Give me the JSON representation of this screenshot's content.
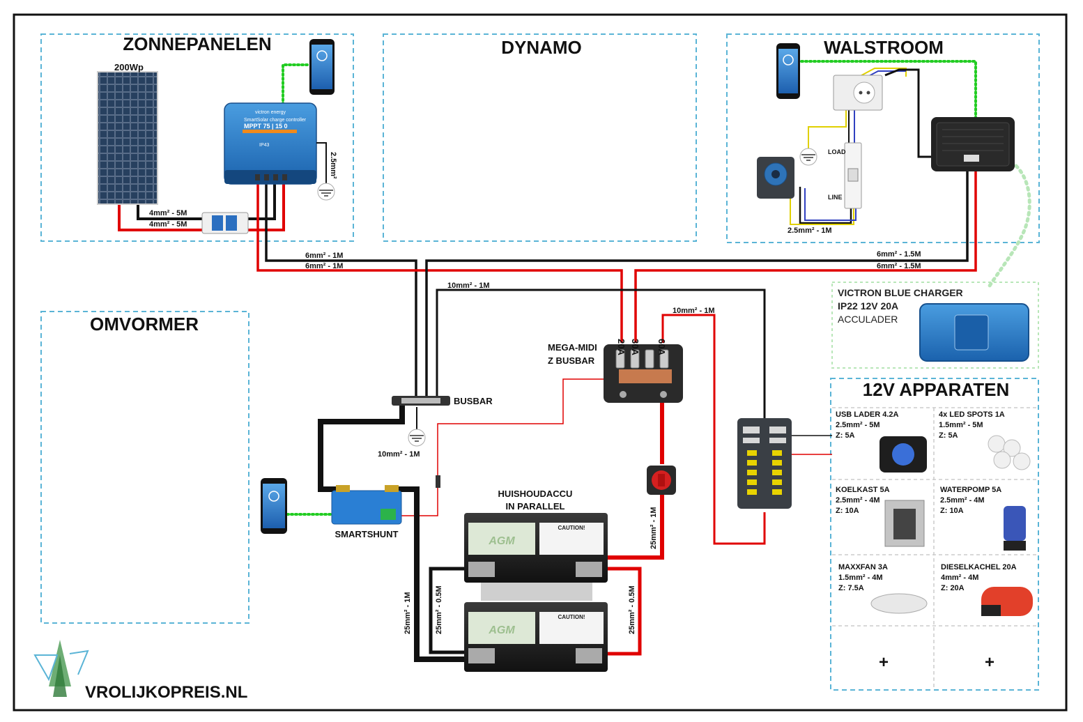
{
  "sections": {
    "zonnepanelen": "ZONNEPANELEN",
    "dynamo": "DYNAMO",
    "walstroom": "WALSTROOM",
    "omvormer": "OMVORMER",
    "apparaten": "12V APPARATEN"
  },
  "solar": {
    "panel_label": "200Wp",
    "controller_brand": "victron energy",
    "controller_line1": "SmartSolar charge controller",
    "controller_model": "MPPT 75 | 15 0",
    "controller_ip": "IP43",
    "ground_cable": "2.5mm²",
    "cable_black": "4mm² - 5M",
    "cable_red": "4mm² - 5M"
  },
  "shore": {
    "load": "LOAD",
    "line": "LINE",
    "cable": "2.5mm² - 1M"
  },
  "charger": {
    "line1": "VICTRON BLUE CHARGER",
    "line2": "IP22 12V 20A",
    "line3": "ACCULADER",
    "cable_black": "6mm² - 1.5M",
    "cable_red": "6mm² - 1.5M"
  },
  "wires": {
    "mppt_black": "6mm² - 1M",
    "mppt_red": "6mm² - 1M",
    "busbar_to_fuse": "10mm² - 1M",
    "fuse_to_box": "10mm² - 1M",
    "ground": "10mm² - 1M",
    "shunt_to_battery": "25mm² - 1M",
    "battery_black": "25mm² - 0.5M",
    "battery_red": "25mm² - 0.5M",
    "switch_to_battery": "25mm² - 1M"
  },
  "fuse_block": {
    "label1": "MEGA-MIDI",
    "label2": "Z BUSBAR",
    "fuses": [
      "20A",
      "30A",
      "60A"
    ]
  },
  "busbar": "BUSBAR",
  "smartshunt": "SMARTSHUNT",
  "battery": {
    "label1": "HUISHOUDACCU",
    "label2": "IN PARALLEL",
    "brand": "AGM",
    "caution": "CAUTION!"
  },
  "devices": [
    {
      "name": "USB LADER 4.2A",
      "cable": "2.5mm² - 5M",
      "fuse": "Z: 5A"
    },
    {
      "name": "4x LED SPOTS 1A",
      "cable": "1.5mm² - 5M",
      "fuse": "Z: 5A"
    },
    {
      "name": "KOELKAST 5A",
      "cable": "2.5mm² - 4M",
      "fuse": "Z: 10A"
    },
    {
      "name": "WATERPOMP 5A",
      "cable": "2.5mm² - 4M",
      "fuse": "Z: 10A"
    },
    {
      "name": "MAXXFAN 3A",
      "cable": "1.5mm² - 4M",
      "fuse": "Z: 7.5A"
    },
    {
      "name": "DIESELKACHEL 20A",
      "cable": "4mm² - 4M",
      "fuse": "Z: 20A"
    }
  ],
  "plus": [
    "+",
    "+"
  ],
  "brand": "VROLIJKOPREIS.NL",
  "colors": {
    "red_wire": "#e00000",
    "black_wire": "#111111",
    "bluetooth": "#22cc22",
    "dashed_box": "#5ab4d6",
    "victron_blue": "#1f74c4"
  }
}
